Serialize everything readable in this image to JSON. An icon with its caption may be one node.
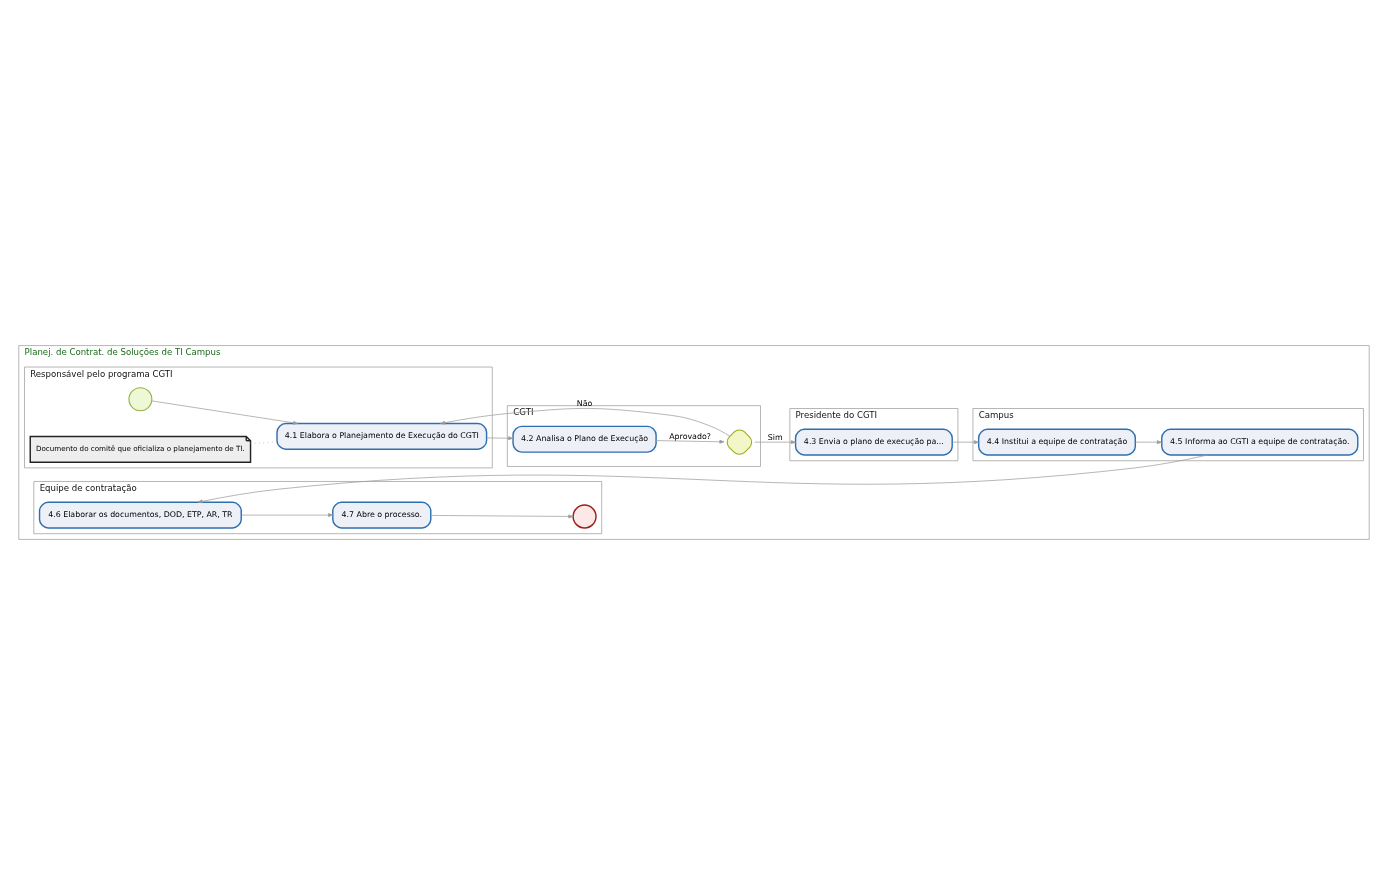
{
  "diagram": {
    "nodes": [
      {
        "text": [
          "Planej. de Contrat. de Soluções de TI Campus"
        ]
      },
      {
        "text": [
          "Responsável pelo programa CGTI"
        ],
        "in": 0
      },
      {
        "text": [
          "CGTI"
        ],
        "in": 0
      },
      {
        "text": [
          "Presidente do CGTI"
        ],
        "in": 0
      },
      {
        "text": [
          "Equipe de contratação"
        ],
        "in": 0
      },
      {
        "text": [
          "Campus"
        ],
        "in": 0
      },
      {
        "text": [],
        "shape": "circle",
        "in": 1
      },
      {
        "text": [
          "4.1 Elabora o Planejamento de Execução do CGTI"
        ],
        "in": 1
      },
      {
        "text": [
          "Documento do comitê que oficializa o planejamento de TI."
        ],
        "in": 1
      },
      {
        "text": [
          "4.2 Analisa o Plano de Execução"
        ],
        "in": 2
      },
      {
        "text": [],
        "shape": "diamond",
        "in": 2
      },
      {
        "text": [
          "4.3 Envia o plano de execução pa..."
        ],
        "in": 3
      },
      {
        "text": [
          "4.6 Elaborar os documentos, DOD, ETP, AR, TR"
        ],
        "in": 4
      },
      {
        "text": [
          "4.7 Abre o processo."
        ],
        "in": 4
      },
      {
        "text": [],
        "shape": "circle",
        "in": 4
      },
      {
        "text": [
          "4.4 Institui a equipe de contratação"
        ],
        "in": 5
      },
      {
        "text": [
          "4.5 Informa ao CGTI a equipe de contratação."
        ],
        "in": 5
      }
    ],
    "edges": [
      {
        "from": 6,
        "to": 7,
        "arrow": "to"
      },
      {
        "from": 8,
        "to": 7,
        "arrow": "none",
        "style": "dashed"
      },
      {
        "from": 7,
        "to": 9,
        "arrow": "to"
      },
      {
        "from": 9,
        "to": 10,
        "arrow": "to",
        "label": "Aprovado?"
      },
      {
        "from": 10,
        "to": 7,
        "arrow": "to",
        "label": "Não"
      },
      {
        "from": 10,
        "to": 11,
        "arrow": "to",
        "label": "Sim"
      },
      {
        "from": 11,
        "to": 15,
        "arrow": "to"
      },
      {
        "from": 15,
        "to": 16,
        "arrow": "to"
      },
      {
        "from": 16,
        "to": 12,
        "arrow": "to"
      },
      {
        "from": 12,
        "to": 13,
        "arrow": "to"
      },
      {
        "from": 13,
        "to": 14,
        "arrow": "to"
      }
    ]
  }
}
